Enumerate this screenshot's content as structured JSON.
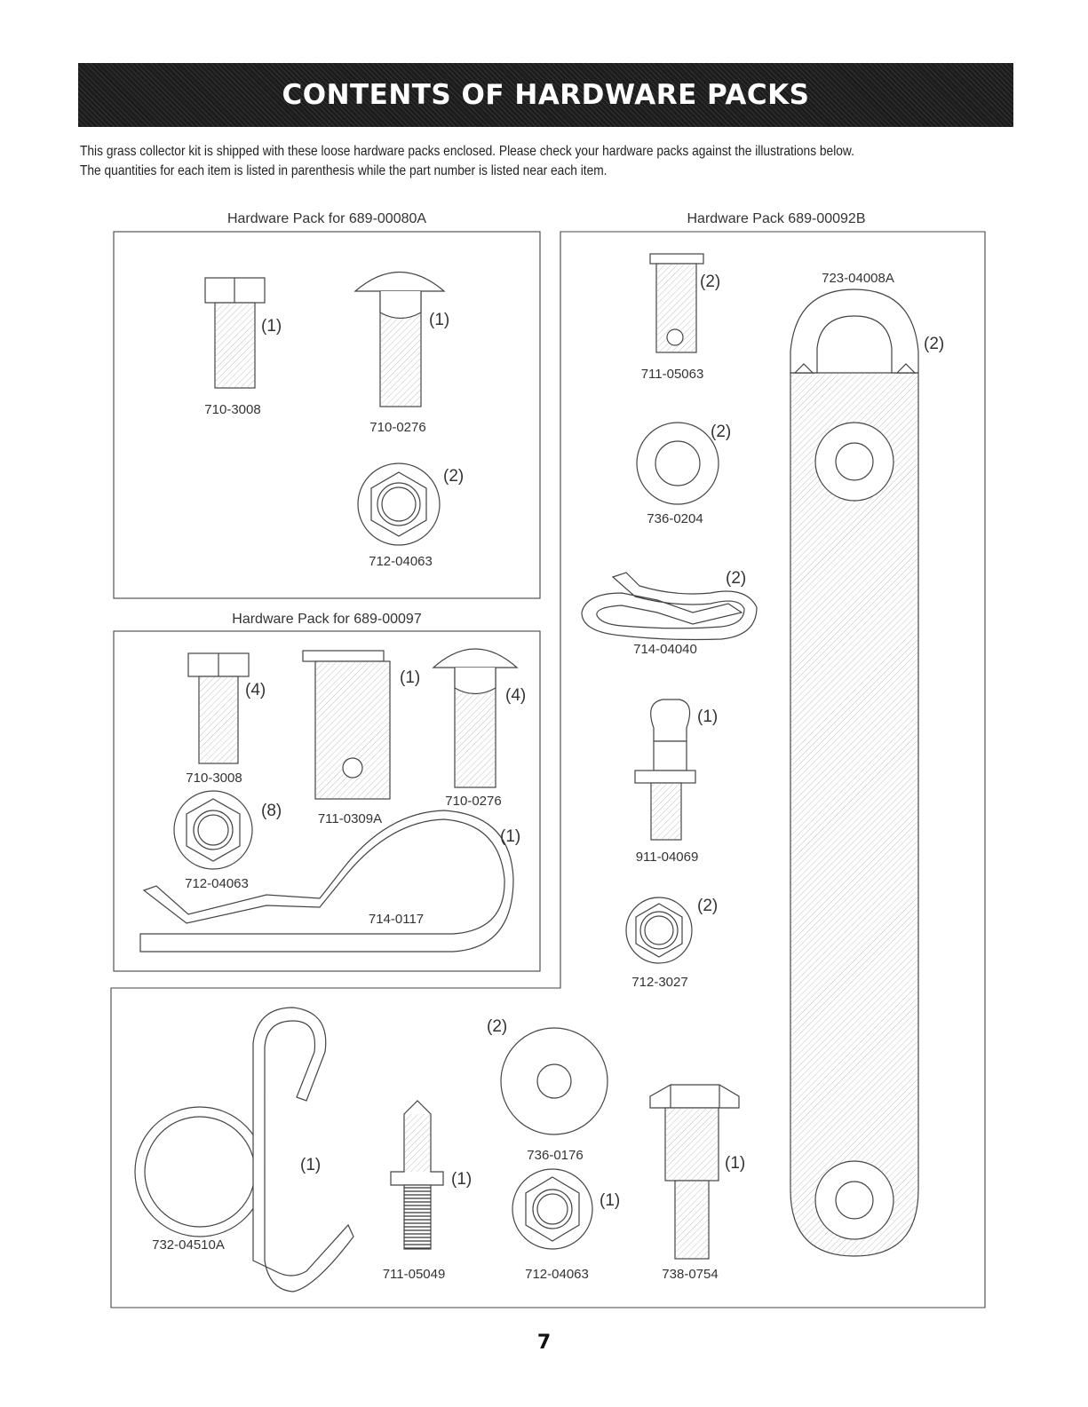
{
  "header": {
    "title": "CONTENTS OF HARDWARE PACKS"
  },
  "intro": {
    "line1": "This grass collector kit is shipped with these loose hardware packs enclosed.  Please check your hardware packs against the illustrations below.",
    "line2": "The quantities for each item is listed in parenthesis while the part number is listed near each item."
  },
  "packs": {
    "pack_a": {
      "title": "Hardware Pack for 689-00080A",
      "items": [
        {
          "part": "710-3008",
          "qty": "(1)"
        },
        {
          "part": "710-0276",
          "qty": "(1)"
        },
        {
          "part": "712-04063",
          "qty": "(2)"
        }
      ]
    },
    "pack_b": {
      "title": "Hardware Pack for 689-00097",
      "items": [
        {
          "part": "710-3008",
          "qty": "(4)"
        },
        {
          "part": "711-0309A",
          "qty": "(1)"
        },
        {
          "part": "710-0276",
          "qty": "(4)"
        },
        {
          "part": "712-04063",
          "qty": "(8)"
        },
        {
          "part": "714-0117",
          "qty": "(1)"
        }
      ]
    },
    "pack_c": {
      "title": "Hardware Pack 689-00092B",
      "items": [
        {
          "part": "711-05063",
          "qty": "(2)"
        },
        {
          "part": "723-04008A",
          "qty": "(2)"
        },
        {
          "part": "736-0204",
          "qty": "(2)"
        },
        {
          "part": "714-04040",
          "qty": "(2)"
        },
        {
          "part": "911-04069",
          "qty": "(1)"
        },
        {
          "part": "712-3027",
          "qty": "(2)"
        },
        {
          "part": "732-04510A",
          "qty": "(1)"
        },
        {
          "part": "711-05049",
          "qty": "(1)"
        },
        {
          "part": "736-0176",
          "qty": "(2)"
        },
        {
          "part": "712-04063",
          "qty": "(1)"
        },
        {
          "part": "738-0754",
          "qty": "(1)"
        }
      ]
    }
  },
  "page_number": "7"
}
